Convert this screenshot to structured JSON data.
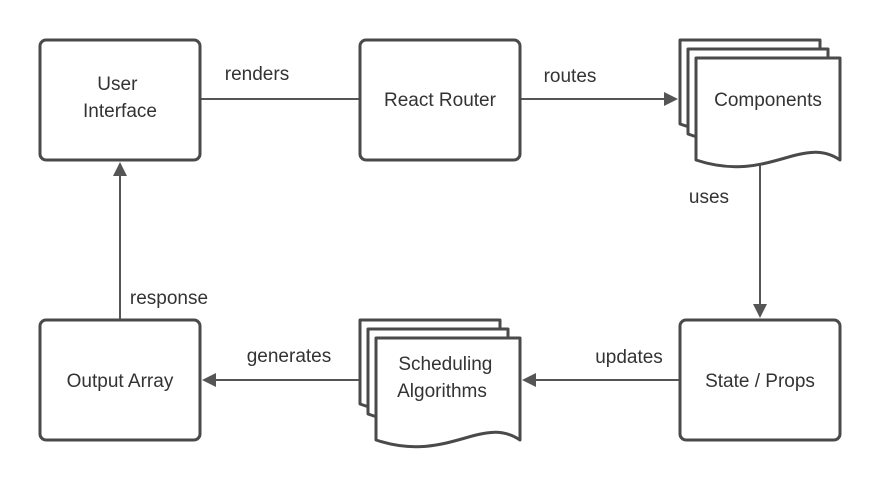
{
  "nodes": {
    "user_interface": {
      "lines": [
        "User",
        "Interface"
      ]
    },
    "react_router": {
      "label": "React Router"
    },
    "components": {
      "label": "Components"
    },
    "state_props": {
      "label": "State / Props"
    },
    "scheduling_algorithms": {
      "lines": [
        "Scheduling",
        "Algorithms"
      ]
    },
    "output_array": {
      "label": "Output Array"
    }
  },
  "edges": {
    "renders": "renders",
    "routes": "routes",
    "uses": "uses",
    "updates": "updates",
    "generates": "generates",
    "response": "response"
  },
  "colors": {
    "stroke": "#4a4a4a",
    "arrow": "#555555",
    "text": "#333333",
    "fill": "#ffffff"
  }
}
